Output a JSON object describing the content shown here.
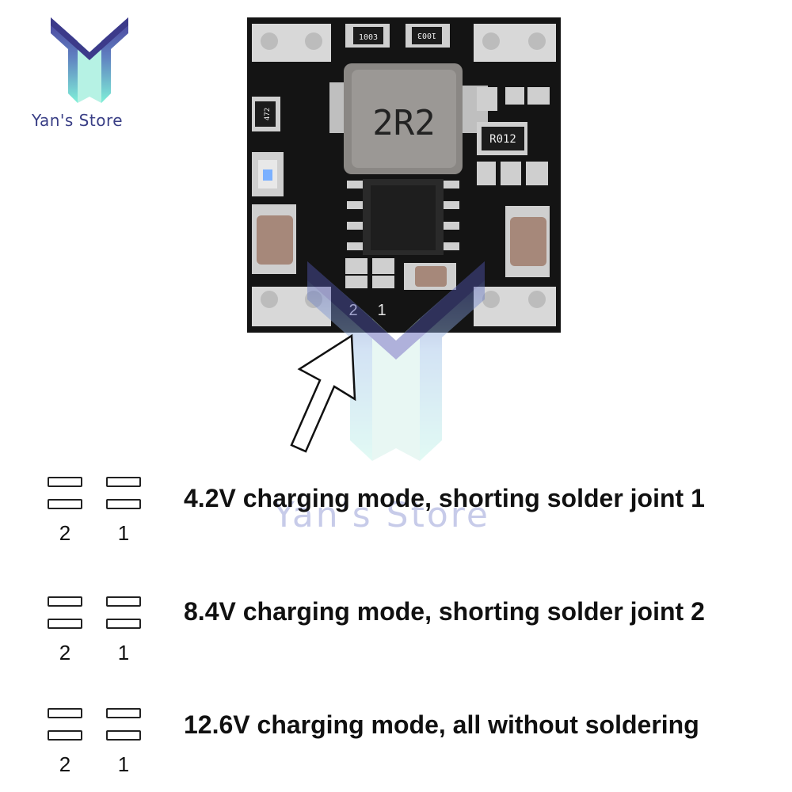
{
  "store": {
    "name": "Yan's Store"
  },
  "board": {
    "inductor_marking": "2R2",
    "resistor_marking": "R012",
    "small_resistor_marking": "472",
    "top_resistor_left": "1003",
    "top_resistor_right": "1003",
    "pad_labels": [
      "2",
      "1"
    ]
  },
  "modes": [
    {
      "text": "4.2V charging mode, shorting solder joint 1",
      "labels": [
        "2",
        "1"
      ]
    },
    {
      "text": "8.4V charging mode, shorting solder joint 2",
      "labels": [
        "2",
        "1"
      ]
    },
    {
      "text": "12.6V charging mode, all without soldering",
      "labels": [
        "2",
        "1"
      ]
    }
  ],
  "watermark": {
    "text": "Yan's Store"
  },
  "colors": {
    "logo_top": "#3b3f8c",
    "logo_bottom": "#7ff0d8",
    "pcb": "#141414",
    "pad": "#d8d8d8"
  }
}
